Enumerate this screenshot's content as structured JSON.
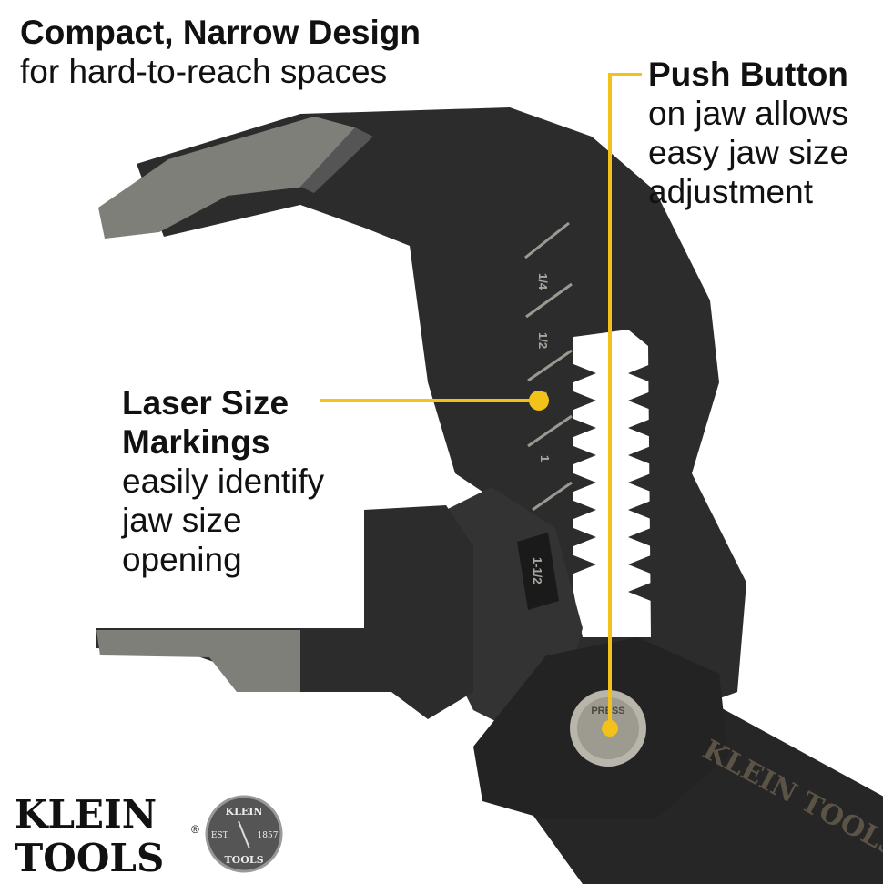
{
  "callouts": {
    "compact": {
      "title": "Compact, Narrow Design",
      "lines": [
        "for hard-to-reach spaces"
      ]
    },
    "push_button": {
      "title": "Push Button",
      "lines": [
        "on jaw allows",
        "easy jaw size",
        "adjustment"
      ]
    },
    "laser": {
      "title_lines": [
        "Laser Size",
        "Markings"
      ],
      "lines": [
        "easily identify",
        "jaw size",
        "opening"
      ]
    }
  },
  "size_markings": [
    "1/4",
    "1/2",
    "3/4",
    "1",
    "1-1/2"
  ],
  "button_text": "PRESS",
  "handle_text": "KLEIN TOOLS",
  "logo": {
    "line1": "KLEIN",
    "line2": "TOOLS",
    "registered": "®",
    "seal_top": "KLEIN",
    "seal_left": "EST.",
    "seal_right": "1857",
    "seal_bottom": "TOOLS"
  },
  "colors": {
    "callout_line": "#f2c21a",
    "tool_body": "#2a2a2a",
    "steel": "#8a8a86"
  }
}
